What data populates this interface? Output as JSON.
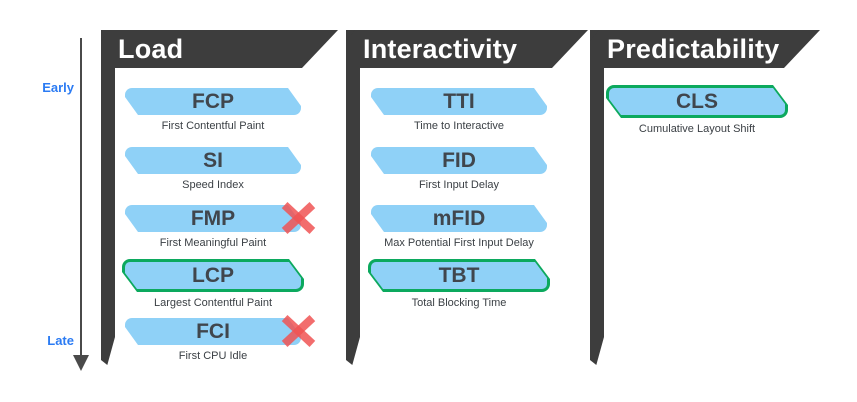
{
  "timeline": {
    "early_label": "Early",
    "late_label": "Late"
  },
  "columns": [
    {
      "title": "Load",
      "metrics": [
        {
          "abbr": "FCP",
          "name": "First Contentful Paint",
          "highlighted": false,
          "deprecated": false
        },
        {
          "abbr": "SI",
          "name": "Speed Index",
          "highlighted": false,
          "deprecated": false
        },
        {
          "abbr": "FMP",
          "name": "First Meaningful Paint",
          "highlighted": false,
          "deprecated": true
        },
        {
          "abbr": "LCP",
          "name": "Largest Contentful Paint",
          "highlighted": true,
          "deprecated": false
        },
        {
          "abbr": "FCI",
          "name": "First CPU Idle",
          "highlighted": false,
          "deprecated": true
        }
      ]
    },
    {
      "title": "Interactivity",
      "metrics": [
        {
          "abbr": "TTI",
          "name": "Time to Interactive",
          "highlighted": false,
          "deprecated": false
        },
        {
          "abbr": "FID",
          "name": "First Input Delay",
          "highlighted": false,
          "deprecated": false
        },
        {
          "abbr": "mFID",
          "name": "Max Potential First Input Delay",
          "highlighted": false,
          "deprecated": false
        },
        {
          "abbr": "TBT",
          "name": "Total Blocking Time",
          "highlighted": true,
          "deprecated": false
        }
      ]
    },
    {
      "title": "Predictability",
      "metrics": [
        {
          "abbr": "CLS",
          "name": "Cumulative Layout Shift",
          "highlighted": true,
          "deprecated": false
        }
      ]
    }
  ],
  "colors": {
    "pill_blue": "#8fd1f7",
    "highlight_green": "#0ca95e",
    "deprecated_red": "#f05454",
    "banner_dark": "#3d3d3d",
    "timeline_blue": "#2b7bf3",
    "timeline_gray": "#4a4a4a"
  }
}
